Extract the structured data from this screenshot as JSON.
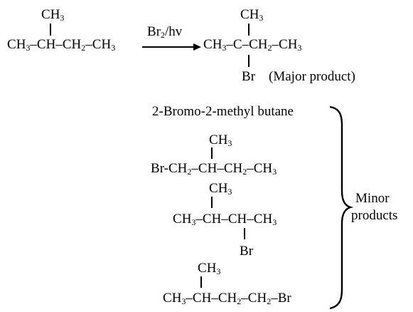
{
  "reaction": {
    "reagent": "Br₂/hv"
  },
  "reactant": {
    "branch": "CH₃",
    "chain": "CH₃–CH–CH₂–CH₃"
  },
  "major_product": {
    "branch_top": "CH₃",
    "chain": "CH₃–C–CH₂–CH₃",
    "branch_bottom": "Br",
    "label": "(Major product)",
    "name": "2-Bromo-2-methyl butane"
  },
  "minor_products": {
    "label_line1": "Minor",
    "label_line2": "products",
    "items": [
      {
        "branch_top": "CH₃",
        "chain": "Br-CH₂–CH–CH₂–CH₃"
      },
      {
        "branch_top": "CH₃",
        "chain": "CH₃–CH–CH–CH₃",
        "branch_bottom": "Br"
      },
      {
        "branch_top": "CH₃",
        "chain": "CH₃–CH–CH₂–CH₂–Br"
      }
    ]
  },
  "colors": {
    "text": "#000000",
    "background": "#ffffff"
  }
}
